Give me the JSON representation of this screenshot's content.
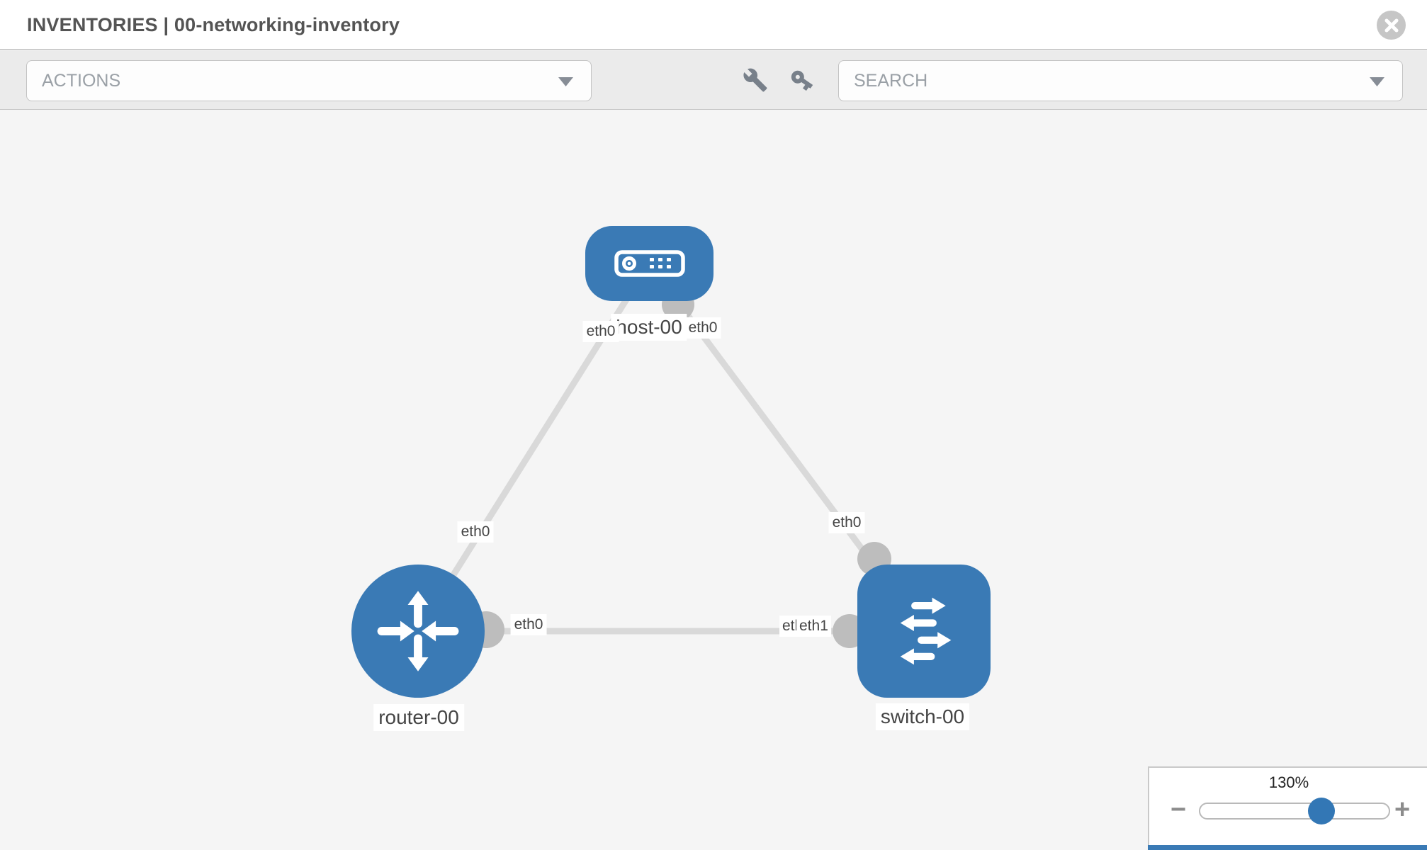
{
  "header": {
    "title": "INVENTORIES | 00-networking-inventory"
  },
  "toolbar": {
    "actions_placeholder": "ACTIONS",
    "search_placeholder": "SEARCH"
  },
  "topology": {
    "nodes": [
      {
        "id": "host-00",
        "label": "host-00",
        "type": "host"
      },
      {
        "id": "router-00",
        "label": "router-00",
        "type": "router"
      },
      {
        "id": "switch-00",
        "label": "switch-00",
        "type": "switch"
      }
    ],
    "links": [
      {
        "from": "host-00",
        "to": "router-00",
        "from_interface": "eth0",
        "to_interface": "eth0"
      },
      {
        "from": "host-00",
        "to": "switch-00",
        "from_interface": "eth0",
        "to_interface": "eth0"
      },
      {
        "from": "router-00",
        "to": "switch-00",
        "from_interface": "eth0",
        "to_interface": "eth1"
      }
    ],
    "interface_labels": [
      {
        "text": "eth0",
        "node": "host-00",
        "side": "left"
      },
      {
        "text": "eth0",
        "node": "host-00",
        "side": "right"
      },
      {
        "text": "eth0",
        "node": "router-00",
        "side": "top"
      },
      {
        "text": "eth0",
        "node": "router-00",
        "side": "right"
      },
      {
        "text": "eth0",
        "node": "switch-00",
        "side": "top"
      },
      {
        "text": "eth0",
        "node": "switch-00",
        "side": "left-under"
      },
      {
        "text": "eth1",
        "node": "switch-00",
        "side": "left"
      }
    ]
  },
  "zoom_control": {
    "level": "130%",
    "minus_label": "−",
    "plus_label": "+"
  },
  "colors": {
    "node_fill": "#3a7ab5",
    "edge": "#d9d9d9",
    "port": "#bdbdbd",
    "slider_thumb": "#3377b5",
    "toolbar_bg": "#ebebeb",
    "canvas_bg": "#f5f5f5"
  }
}
